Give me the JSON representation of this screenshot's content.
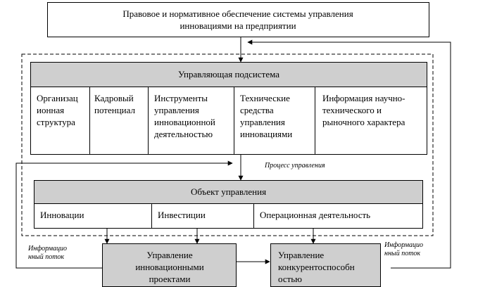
{
  "top": {
    "title": "Правовое и нормативное обеспечение системы управления инновациями на предприятии"
  },
  "subsystem": {
    "title": "Управляющая подсистема",
    "cells": [
      "Организац ионная структура",
      "Кадровый потенциал",
      "Инструменты управления инновационной деятельностью",
      "Технические средства управления инновациями",
      "Информация научно-технического и рыночного характера"
    ]
  },
  "process_label": "Процесс управления",
  "object": {
    "title": "Объект управления",
    "cells": [
      "Инновации",
      "Инвестиции",
      "Операционная деятельность"
    ]
  },
  "bottom": {
    "left": "Управление инновационными проектами",
    "right": "Управление конкурентоспособн остью"
  },
  "flow_left": "Информацио нный поток",
  "flow_right": "Информацио нный поток"
}
